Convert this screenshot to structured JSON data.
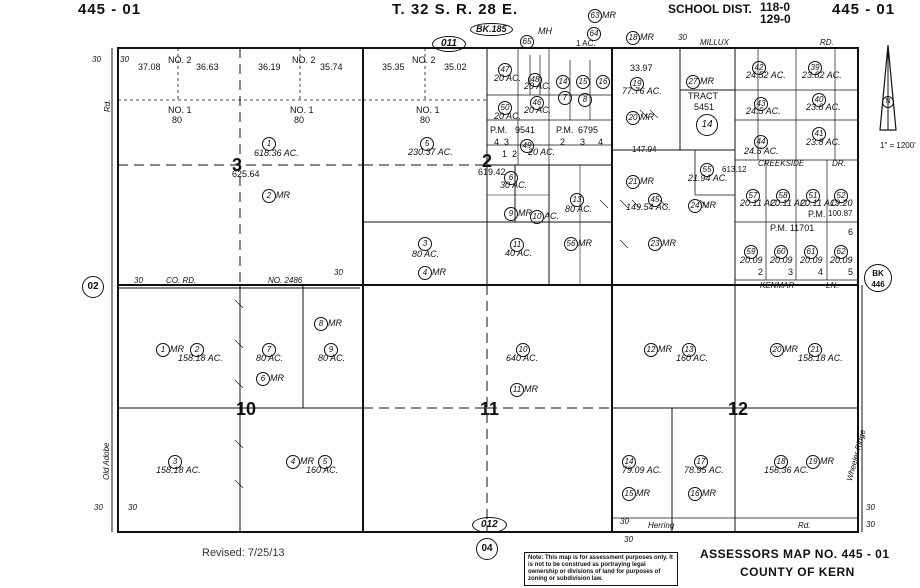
{
  "header": {
    "left_map": "445 - 01",
    "township": "T. 32 S. R. 28 E.",
    "school_dist_label": "SCHOOL DIST.",
    "school_dist_a": "118-0",
    "school_dist_b": "129-0",
    "right_map": "445 - 01",
    "book_ref": "BK.185",
    "top_oval": "011",
    "parcel_63": "63",
    "parcel_63_mr": "MR",
    "parcel_18": "18",
    "parcel_18_mr": "MR",
    "mh_label": "MH",
    "parcel_65": "65",
    "parcel_64": "64",
    "ac_1": "1 AC."
  },
  "sections": {
    "s3": "3",
    "s2": "2",
    "s10": "10",
    "s11": "11",
    "s12": "12",
    "s14_tract": "14"
  },
  "section_labels": {
    "no2_a": "NO. 2",
    "no2_b": "NO. 2",
    "no2_c": "NO. 2",
    "no1_a": "NO. 1",
    "no1_b": "NO. 1",
    "no1_c": "NO. 1",
    "v80_a": "80",
    "v80_b": "80",
    "v80_c": "80",
    "d3708": "37.08",
    "d3663": "36.63",
    "d3619": "36.19",
    "d3574": "35.74",
    "d3535": "35.35",
    "d3502": "35.02",
    "d3397": "33.97",
    "d62564": "625.64",
    "d61942": "619.42",
    "d61312": "613.12",
    "d14794": "147.94",
    "d9541": "9541",
    "d6795": "6795",
    "pm": "P.M.",
    "p2": "2",
    "p3": "3",
    "p4": "4",
    "p1": "1",
    "p4b": "4",
    "p3b": "3",
    "pm11701": "P.M. 11701",
    "d5451": "5451",
    "tract": "TRACT"
  },
  "parcels": {
    "p1": "1",
    "p1_ac": "618.36 AC.",
    "p2": "2",
    "p2_mr": "MR",
    "p5": "5",
    "p5_ac": "230.37 AC.",
    "p3": "3",
    "p3_ac": "80 AC.",
    "p4": "4",
    "p4_mr": "MR",
    "p6": "6",
    "p6_ac": "30 AC.",
    "p9": "9",
    "p9_mr": "MR",
    "p10": "10",
    "p10_ac": "AC.",
    "p11": "11",
    "p11_ac": "40 AC.",
    "p13": "13",
    "p13_ac": "80 AC.",
    "p56": "56",
    "p56_mr": "MR",
    "p21": "21",
    "p21_mr": "MR",
    "p45": "45",
    "p45_ac": "149.54 AC.",
    "p24": "24",
    "p24_mr": "MR",
    "p23": "23",
    "p23_mr": "MR",
    "p55": "55",
    "p55_ac": "21.94 AC.",
    "p19": "19",
    "p19_ac": "77.76 AC.",
    "p20": "20",
    "p20_mr": "MR",
    "p27": "27",
    "p27_mr": "MR",
    "p47": "47",
    "p47_ac": "20 AC.",
    "p48": "48",
    "p48_ac": "20 AC.",
    "p50": "50",
    "p50_ac": "20 AC.",
    "p46": "46",
    "p46_ac": "20 AC.",
    "p49": "49",
    "p49_ac": "20 AC.",
    "p14": "14",
    "p15": "15",
    "p16": "16",
    "p7": "7",
    "p8": "8"
  },
  "east_parcels": {
    "p42": "42",
    "p42_ac": "24.52 AC.",
    "p39": "39",
    "p39_ac": "23.82 AC.",
    "p43": "43",
    "p43_ac": "24.5 AC.",
    "p40": "40",
    "p40_ac": "23.8 AC.",
    "p44": "44",
    "p44_ac": "24.5 AC.",
    "p41": "41",
    "p41_ac": "23.8 AC.",
    "p57": "57",
    "p57_ac": "20.11 AC.",
    "p58": "58",
    "p58_ac": "20.11 AC.",
    "p51": "51",
    "p51_ac": "20.11 AC.",
    "p52": "52",
    "p52_ac": "19.20",
    "p59": "59",
    "p59_ac": "20.09",
    "p60": "60",
    "p60_ac": "20.09",
    "p61": "61",
    "p61_ac": "20.09",
    "p62": "62",
    "p62_ac": "20.09",
    "p2b": "2",
    "p3b": "3",
    "p4b": "4",
    "p5b": "5",
    "p6b": "6",
    "d10087": "100.87",
    "pm_e": "P.M."
  },
  "south_parcels": {
    "p1": "1",
    "p1_mr": "MR",
    "p2": "2",
    "p2_ac": "158.18 AC.",
    "p7": "7",
    "p7_ac": "80 AC.",
    "p6": "6",
    "p6_mr": "MR",
    "p8": "8",
    "p8_mr": "MR",
    "p9": "9",
    "p9_ac": "80 AC.",
    "p10": "10",
    "p10_ac": "640 AC.",
    "p11": "11",
    "p11_mr": "MR",
    "p12": "12",
    "p12_mr": "MR",
    "p13": "13",
    "p13_ac": "160 AC.",
    "p20": "20",
    "p20_mr": "MR",
    "p21": "21",
    "p21_ac": "158.18 AC.",
    "p3": "3",
    "p3_ac": "158.18 AC.",
    "p4": "4",
    "p4_mr": "MR",
    "p5": "5",
    "p5_ac": "160 AC.",
    "p14": "14",
    "p14_ac": "79.09 AC.",
    "p15": "15",
    "p15_mr": "MR",
    "p17": "17",
    "p17_ac": "78.95 AC.",
    "p16": "16",
    "p16_mr": "MR",
    "p18": "18",
    "p18_ac": "156.36 AC.",
    "p19": "19",
    "p19_mr": "MR"
  },
  "roads": {
    "millux": "MILLUX",
    "rd_top": "RD.",
    "co_rd": "CO.  RD.",
    "no_2486": "NO.  2486",
    "kenmar": "KENMAR",
    "ln": "LN.",
    "creekside": "CREEKSIDE",
    "dr": "DR.",
    "herring": "Herring",
    "rd_bottom": "Rd.",
    "old_adobe": "Old   Adobe",
    "rd_left": "Rd.",
    "wheeler_ridge": "Wheeler        Ridge",
    "n30": "30"
  },
  "adjacent": {
    "left": "02",
    "right_bk": "BK",
    "right_num": "446",
    "bottom_oval": "012",
    "bottom": "04"
  },
  "scale": "1\" = 1200'",
  "footer": {
    "revised": "Revised: 7/25/13",
    "note": "Note: This map is for assessment purposes only. It is not to be construed as portraying legal ownership or divisions of land for purposes of zoning or subdivision law.",
    "map_no": "ASSESSORS MAP NO. 445 - 01",
    "county": "COUNTY OF KERN"
  }
}
